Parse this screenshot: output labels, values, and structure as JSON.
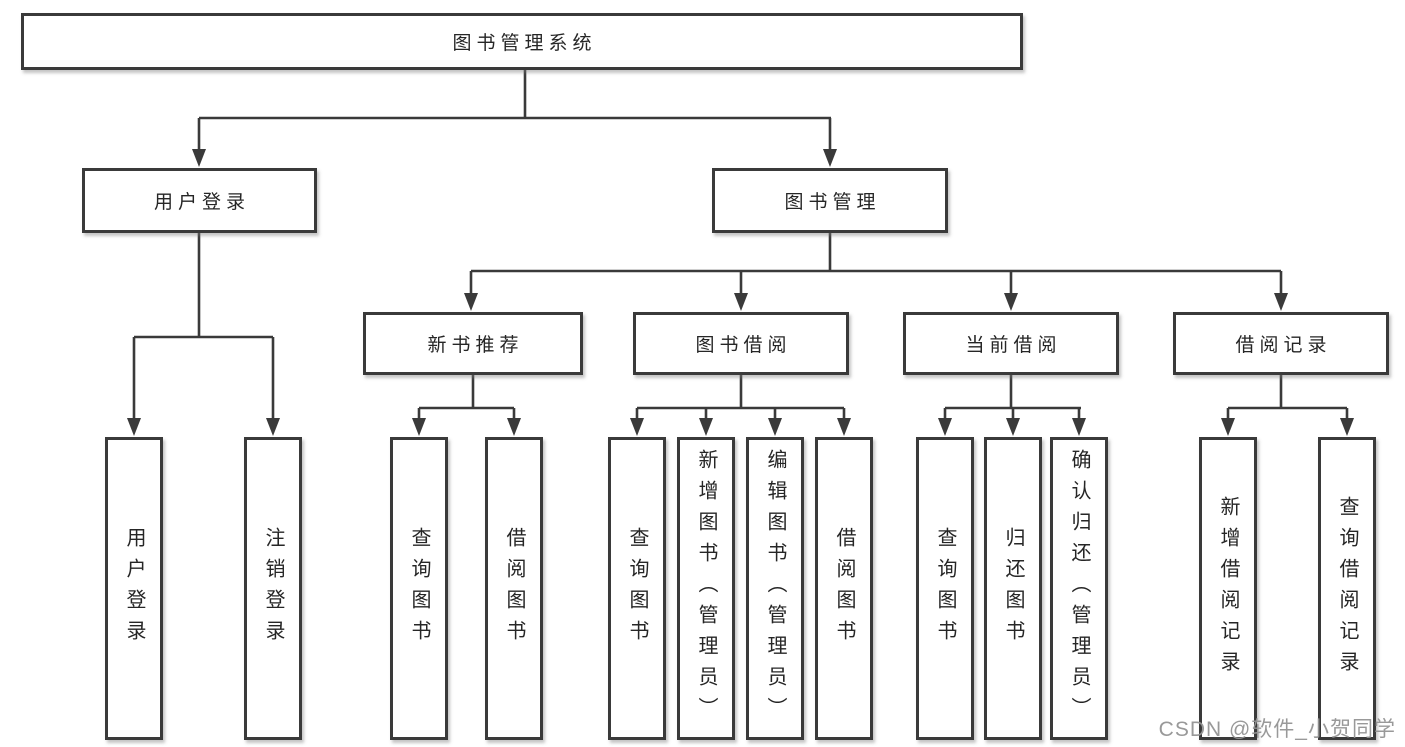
{
  "diagram": {
    "root": {
      "label": "图书管理系统"
    },
    "branches": [
      {
        "label": "用户登录",
        "children": [
          {
            "label": "用户登录"
          },
          {
            "label": "注销登录"
          }
        ]
      },
      {
        "label": "图书管理",
        "children": [
          {
            "label": "新书推荐",
            "children": [
              {
                "label": "查询图书"
              },
              {
                "label": "借阅图书"
              }
            ]
          },
          {
            "label": "图书借阅",
            "children": [
              {
                "label": "查询图书"
              },
              {
                "label": "新增图书（管理员）"
              },
              {
                "label": "编辑图书（管理员）"
              },
              {
                "label": "借阅图书"
              }
            ]
          },
          {
            "label": "当前借阅",
            "children": [
              {
                "label": "查询图书"
              },
              {
                "label": "归还图书"
              },
              {
                "label": "确认归还（管理员）"
              }
            ]
          },
          {
            "label": "借阅记录",
            "children": [
              {
                "label": "新增借阅记录"
              },
              {
                "label": "查询借阅记录"
              }
            ]
          }
        ]
      }
    ]
  },
  "watermark": {
    "text": "CSDN @软件_小贺同学"
  },
  "colors": {
    "line": "#3a3a3a",
    "text": "#262626",
    "background": "#ffffff",
    "watermark": "#949494"
  }
}
